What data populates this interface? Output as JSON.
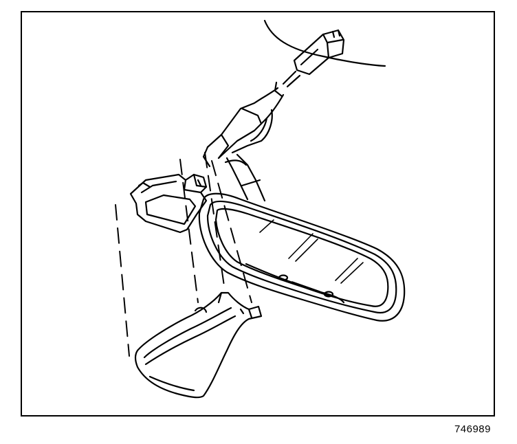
{
  "figure": {
    "code": "746989",
    "line_color": "#000000",
    "background": "#ffffff"
  },
  "parts": {
    "mirror": "rearview-mirror",
    "front_cover": "mirror-mount-front-cover",
    "rear_cover": "mirror-mount-rear-cover",
    "harness": "wiring-harness",
    "connector": "electrical-connector",
    "windshield": "windshield-edge"
  }
}
